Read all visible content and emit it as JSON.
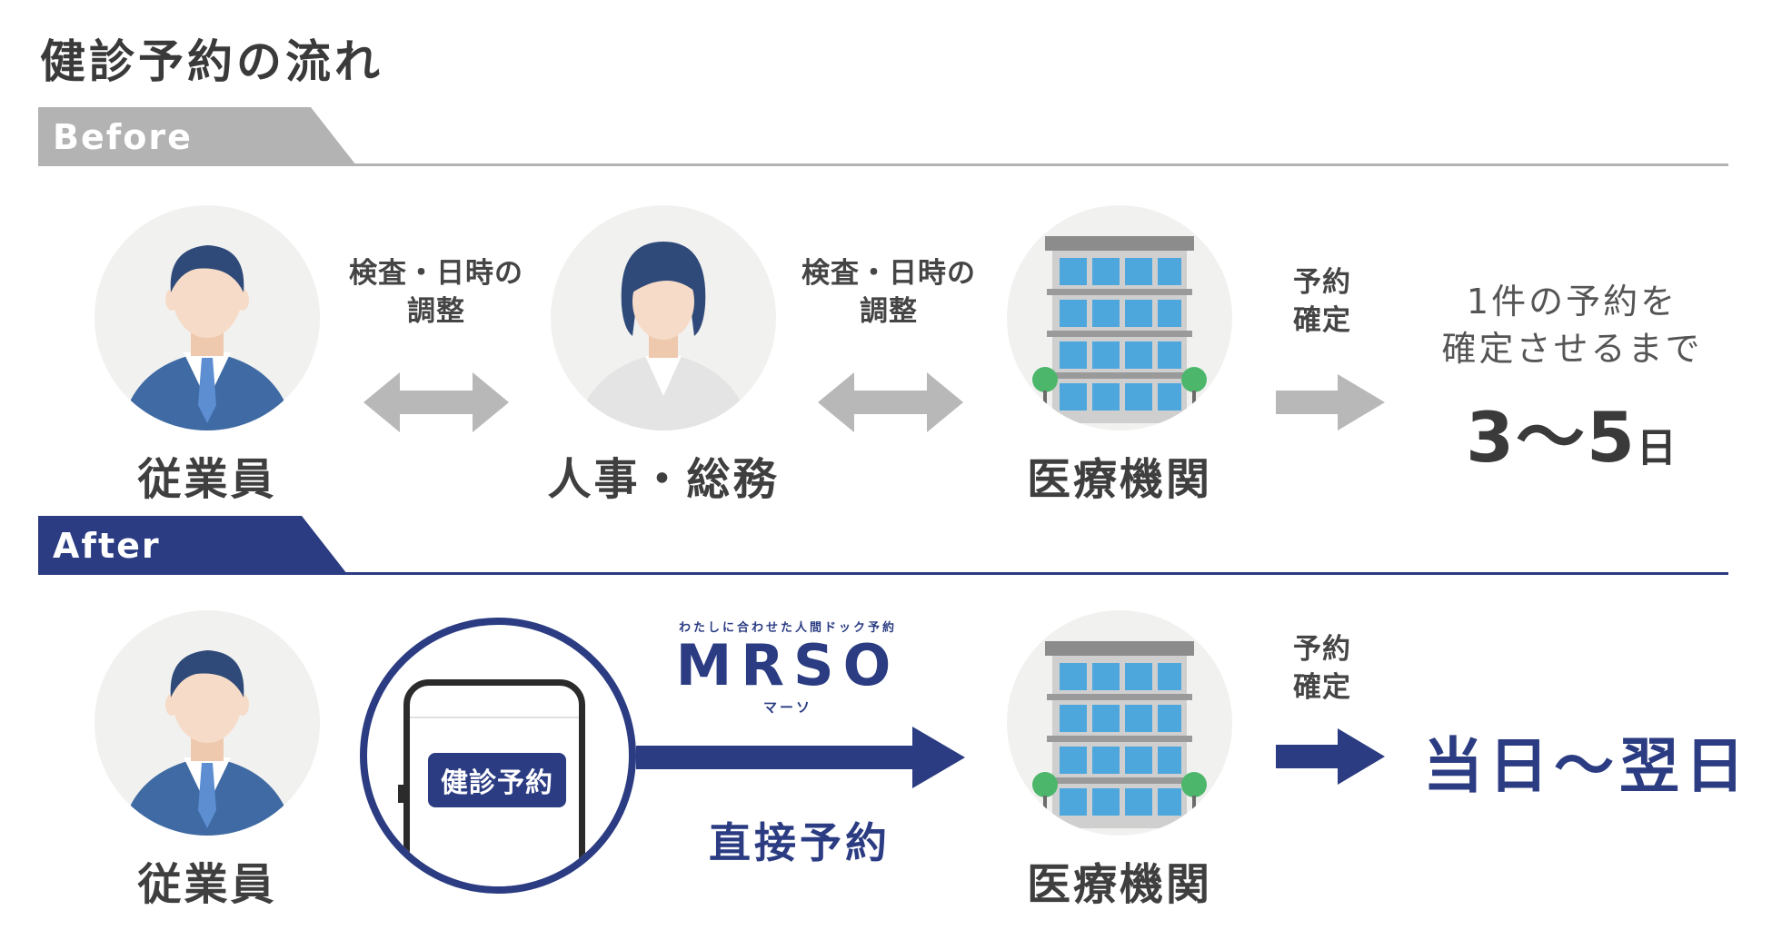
{
  "title": "健診予約の流れ",
  "before": {
    "band_label": "Before",
    "employee_label": "従業員",
    "hr_label": "人事・総務",
    "medical_label": "医療機関",
    "arrow1_text": [
      "検査・日時の",
      "調整"
    ],
    "arrow2_text": [
      "検査・日時の",
      "調整"
    ],
    "confirm_text": [
      "予約",
      "確定"
    ],
    "result_desc": [
      "1件の予約を",
      "確定させるまで"
    ],
    "result_value": "3〜5",
    "result_unit": "日"
  },
  "after": {
    "band_label": "After",
    "employee_label": "従業員",
    "phone_button": "健診予約",
    "brand_tagline": "わたしに合わせた人間ドック予約",
    "brand_name": "MRSO",
    "brand_kana": "マーソ",
    "direct_label": "直接予約",
    "medical_label": "医療機関",
    "confirm_text": [
      "予約",
      "確定"
    ],
    "result_value": "当日〜翌日"
  },
  "colors": {
    "navy": "#2b3c82",
    "gray_band": "#b3b3b3",
    "gray_arrow": "#b8b8b8",
    "person_suit": "#3f6aa3",
    "person_hair": "#2f4a78",
    "skin": "#f6dcc8",
    "building_glass": "#4da7dd",
    "tree": "#4cb76a"
  }
}
